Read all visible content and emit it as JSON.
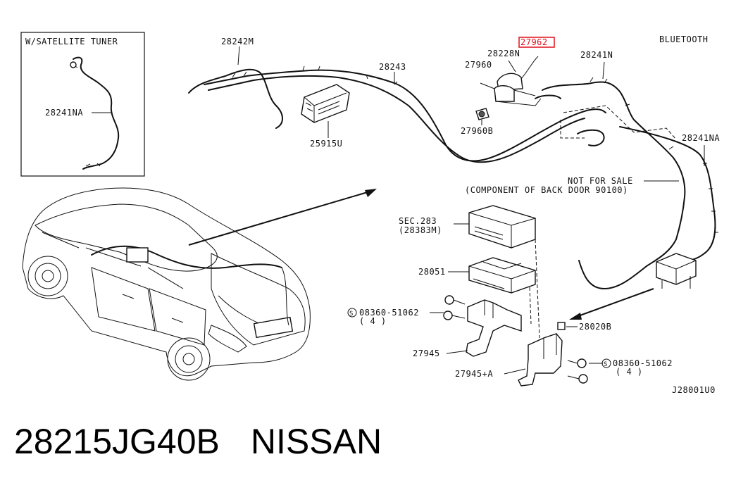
{
  "inset": {
    "title": "W/SATELLITE TUNER",
    "part_label": "28241NA"
  },
  "labels": {
    "feeder_28242M": "28242M",
    "feeder_28243": "28243",
    "unit_25915U": "25915U",
    "bracket_28228N": "28228N",
    "antenna_27960": "27960",
    "highlighted_27962": "27962",
    "grommet_27960B": "27960B",
    "feeder_28241N": "28241N",
    "bluetooth": "BLUETOOTH",
    "feeder_28241NA": "28241NA",
    "not_for_sale": "NOT FOR SALE",
    "component_note": "(COMPONENT OF BACK DOOR 90100)",
    "sec_283": "SEC.283",
    "sec_283_part": "(28383M)",
    "module_28051": "28051",
    "bolt_left": "08360-51062",
    "bolt_left_qty": "( 4 )",
    "bolt_right": "08360-51062",
    "bolt_right_qty": "( 4 )",
    "bracket_27945": "27945",
    "bracket_27945A": "27945+A",
    "connector_28020B": "28020B",
    "diagram_code": "J28001U0",
    "screw_symbol": "S"
  },
  "highlight_color": "#e0101a",
  "footer": {
    "part_number": "28215JG40B",
    "brand": "NISSAN"
  }
}
